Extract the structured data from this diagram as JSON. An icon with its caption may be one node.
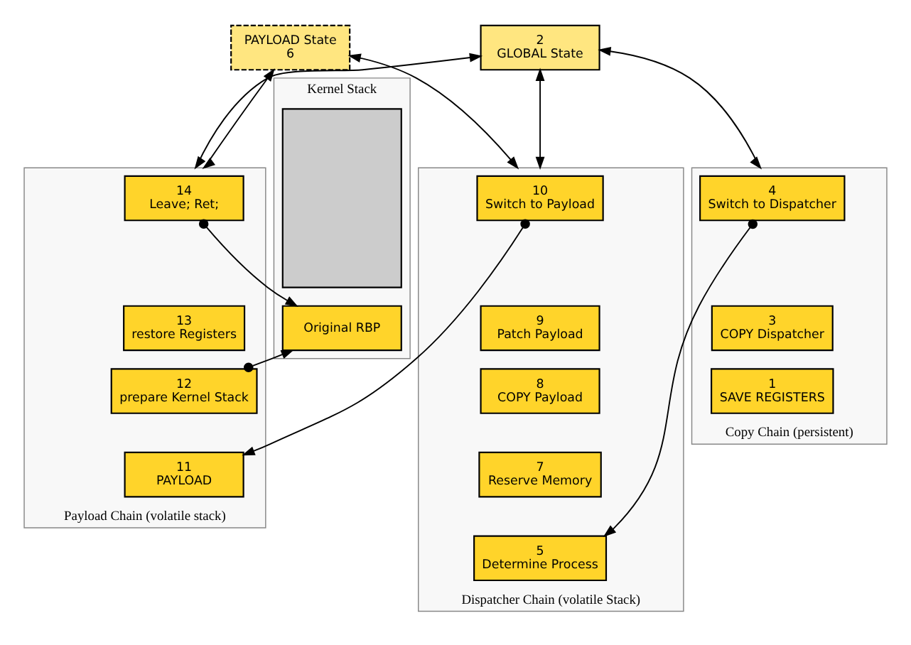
{
  "diagram": {
    "nodes": [
      {
        "text": [
          "Kernel Stack"
        ]
      },
      {
        "text": [],
        "shape": "box",
        "in": 0
      },
      {
        "text": [
          "Original RBP"
        ],
        "in": 0
      },
      {
        "text": [
          "PAYLOAD State",
          "6"
        ]
      },
      {
        "text": [
          "2",
          "GLOBAL State"
        ]
      },
      {
        "text": [
          "Payload Chain (volatile stack)"
        ]
      },
      {
        "text": [
          "14",
          "Leave; Ret;"
        ],
        "in": 5
      },
      {
        "text": [
          "13",
          "restore Registers"
        ],
        "in": 5
      },
      {
        "text": [
          "12",
          "prepare Kernel Stack"
        ],
        "in": 5
      },
      {
        "text": [
          "11",
          "PAYLOAD"
        ],
        "in": 5
      },
      {
        "text": [
          "Dispatcher Chain (volatile Stack)"
        ]
      },
      {
        "text": [
          "10",
          "Switch to Payload"
        ],
        "in": 10
      },
      {
        "text": [
          "9",
          "Patch Payload"
        ],
        "in": 10
      },
      {
        "text": [
          "8",
          "COPY Payload"
        ],
        "in": 10
      },
      {
        "text": [
          "7",
          "Reserve Memory"
        ],
        "in": 10
      },
      {
        "text": [
          "5",
          "Determine Process"
        ],
        "in": 10
      },
      {
        "text": [
          "Copy Chain (persistent)"
        ]
      },
      {
        "text": [
          "4",
          "Switch to Dispatcher"
        ],
        "in": 16
      },
      {
        "text": [
          "3",
          "COPY Dispatcher"
        ],
        "in": 16
      },
      {
        "text": [
          "1",
          "SAVE REGISTERS"
        ],
        "in": 16
      }
    ],
    "edges": [
      {
        "from": 3,
        "to": 5,
        "arrow": "both"
      },
      {
        "from": 3,
        "to": 10,
        "arrow": "both"
      },
      {
        "from": 4,
        "to": 5,
        "arrow": "both"
      },
      {
        "from": 4,
        "to": 10,
        "arrow": "both"
      },
      {
        "from": 4,
        "to": 16,
        "arrow": "both"
      },
      {
        "from": 6,
        "to": 2,
        "arrow": "to"
      },
      {
        "from": 8,
        "to": 2,
        "arrow": "to"
      },
      {
        "from": 11,
        "to": 9,
        "arrow": "to"
      },
      {
        "from": 17,
        "to": 15,
        "arrow": "to"
      }
    ]
  }
}
